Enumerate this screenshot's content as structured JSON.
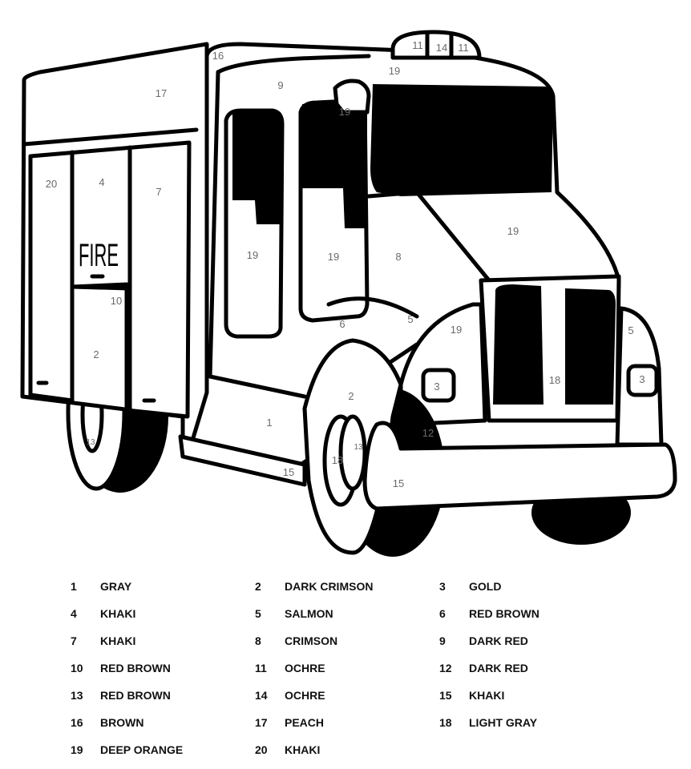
{
  "artwork": {
    "sign_text": "FIRE",
    "region_labels": [
      "16",
      "17",
      "9",
      "11",
      "14",
      "11",
      "19",
      "19",
      "20",
      "4",
      "7",
      "19",
      "19",
      "8",
      "19",
      "10",
      "6",
      "5",
      "19",
      "5",
      "2",
      "2",
      "3",
      "3",
      "18",
      "1",
      "12",
      "13",
      "13",
      "18",
      "15",
      "15"
    ]
  },
  "legend": [
    {
      "number": "1",
      "color": "GRAY"
    },
    {
      "number": "2",
      "color": "DARK CRIMSON"
    },
    {
      "number": "3",
      "color": "GOLD"
    },
    {
      "number": "4",
      "color": "KHAKI"
    },
    {
      "number": "5",
      "color": "SALMON"
    },
    {
      "number": "6",
      "color": "RED BROWN"
    },
    {
      "number": "7",
      "color": "KHAKI"
    },
    {
      "number": "8",
      "color": "CRIMSON"
    },
    {
      "number": "9",
      "color": "DARK RED"
    },
    {
      "number": "10",
      "color": "RED BROWN"
    },
    {
      "number": "11",
      "color": "OCHRE"
    },
    {
      "number": "12",
      "color": "DARK RED"
    },
    {
      "number": "13",
      "color": "RED BROWN"
    },
    {
      "number": "14",
      "color": "OCHRE"
    },
    {
      "number": "15",
      "color": "KHAKI"
    },
    {
      "number": "16",
      "color": "BROWN"
    },
    {
      "number": "17",
      "color": "PEACH"
    },
    {
      "number": "18",
      "color": "LIGHT GRAY"
    },
    {
      "number": "19",
      "color": "DEEP ORANGE"
    },
    {
      "number": "20",
      "color": "KHAKI"
    }
  ]
}
